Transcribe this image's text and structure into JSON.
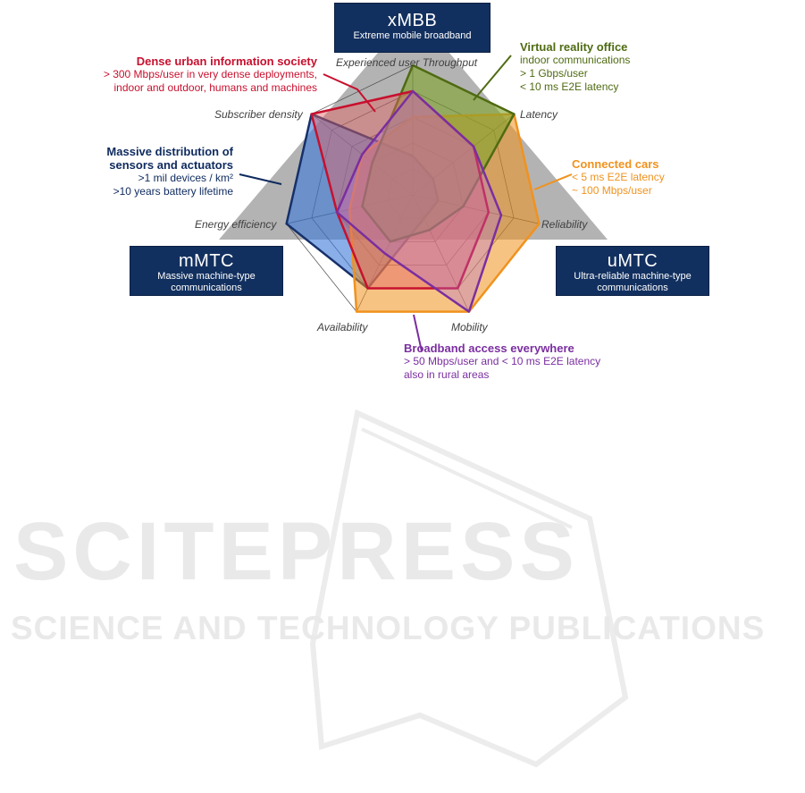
{
  "axes": [
    "Experienced user Throughput",
    "Latency",
    "Reliability",
    "Mobility",
    "Availability",
    "Energy efficiency",
    "Subscriber density"
  ],
  "boxes": {
    "xmbb": {
      "title": "xMBB",
      "subtitle": "Extreme mobile broadband"
    },
    "mmtc": {
      "title": "mMTC",
      "subtitle_line1": "Massive machine-type",
      "subtitle_line2": "communications"
    },
    "umtc": {
      "title": "uMTC",
      "subtitle_line1": "Ultra-reliable machine-type",
      "subtitle_line2": "communications"
    }
  },
  "callouts": {
    "dense_urban": {
      "title": "Dense urban information society",
      "line1": "> 300 Mbps/user in very dense deployments,",
      "line2": "indoor and outdoor, humans and machines",
      "color": "#c8102e"
    },
    "vr_office": {
      "title": "Virtual reality office",
      "line1": "indoor communications",
      "line2": "> 1 Gbps/user",
      "line3": "< 10 ms E2E latency",
      "color": "#4f6b12"
    },
    "massive": {
      "title1": "Massive distribution of",
      "title2": "sensors and actuators",
      "line1": ">1 mil devices / km²",
      "line2": ">10 years battery lifetime",
      "color": "#0e2a5e"
    },
    "cars": {
      "title": "Connected cars",
      "line1": "< 5 ms E2E latency",
      "line2": "~ 100 Mbps/user",
      "color": "#f0921e"
    },
    "broadband": {
      "title": "Broadband access everywhere",
      "line1": "> 50 Mbps/user and < 10 ms E2E latency",
      "line2": "also in rural areas",
      "color": "#7a2ea0"
    }
  },
  "watermark": {
    "word": "SCITEPRESS",
    "tagline": "SCIENCE AND TECHNOLOGY PUBLICATIONS"
  },
  "series": [
    {
      "key": "massive",
      "stroke": "#16306a",
      "fill": "#3a78d8",
      "fill_opacity": 0.6,
      "values": [
        0.3,
        0.2,
        0.2,
        0.2,
        0.8,
        1.0,
        1.0
      ]
    },
    {
      "key": "cars",
      "stroke": "#f0921e",
      "fill": "#f0921e",
      "fill_opacity": 0.55,
      "values": [
        0.6,
        1.0,
        1.0,
        1.0,
        1.0,
        0.5,
        0.5
      ]
    },
    {
      "key": "vr_office",
      "stroke": "#4f6b12",
      "fill": "#7ea42a",
      "fill_opacity": 0.6,
      "values": [
        1.0,
        1.0,
        0.4,
        0.3,
        0.4,
        0.4,
        0.4
      ]
    },
    {
      "key": "dense_urban",
      "stroke": "#c8102e",
      "fill": "#e46464",
      "fill_opacity": 0.45,
      "values": [
        0.8,
        0.6,
        0.6,
        0.8,
        0.8,
        0.6,
        1.0
      ]
    },
    {
      "key": "broadband",
      "stroke": "#7a2ea0",
      "fill": "#b070d0",
      "fill_opacity": 0.35,
      "values": [
        0.8,
        0.6,
        0.7,
        1.0,
        0.5,
        0.6,
        0.5
      ]
    }
  ]
}
